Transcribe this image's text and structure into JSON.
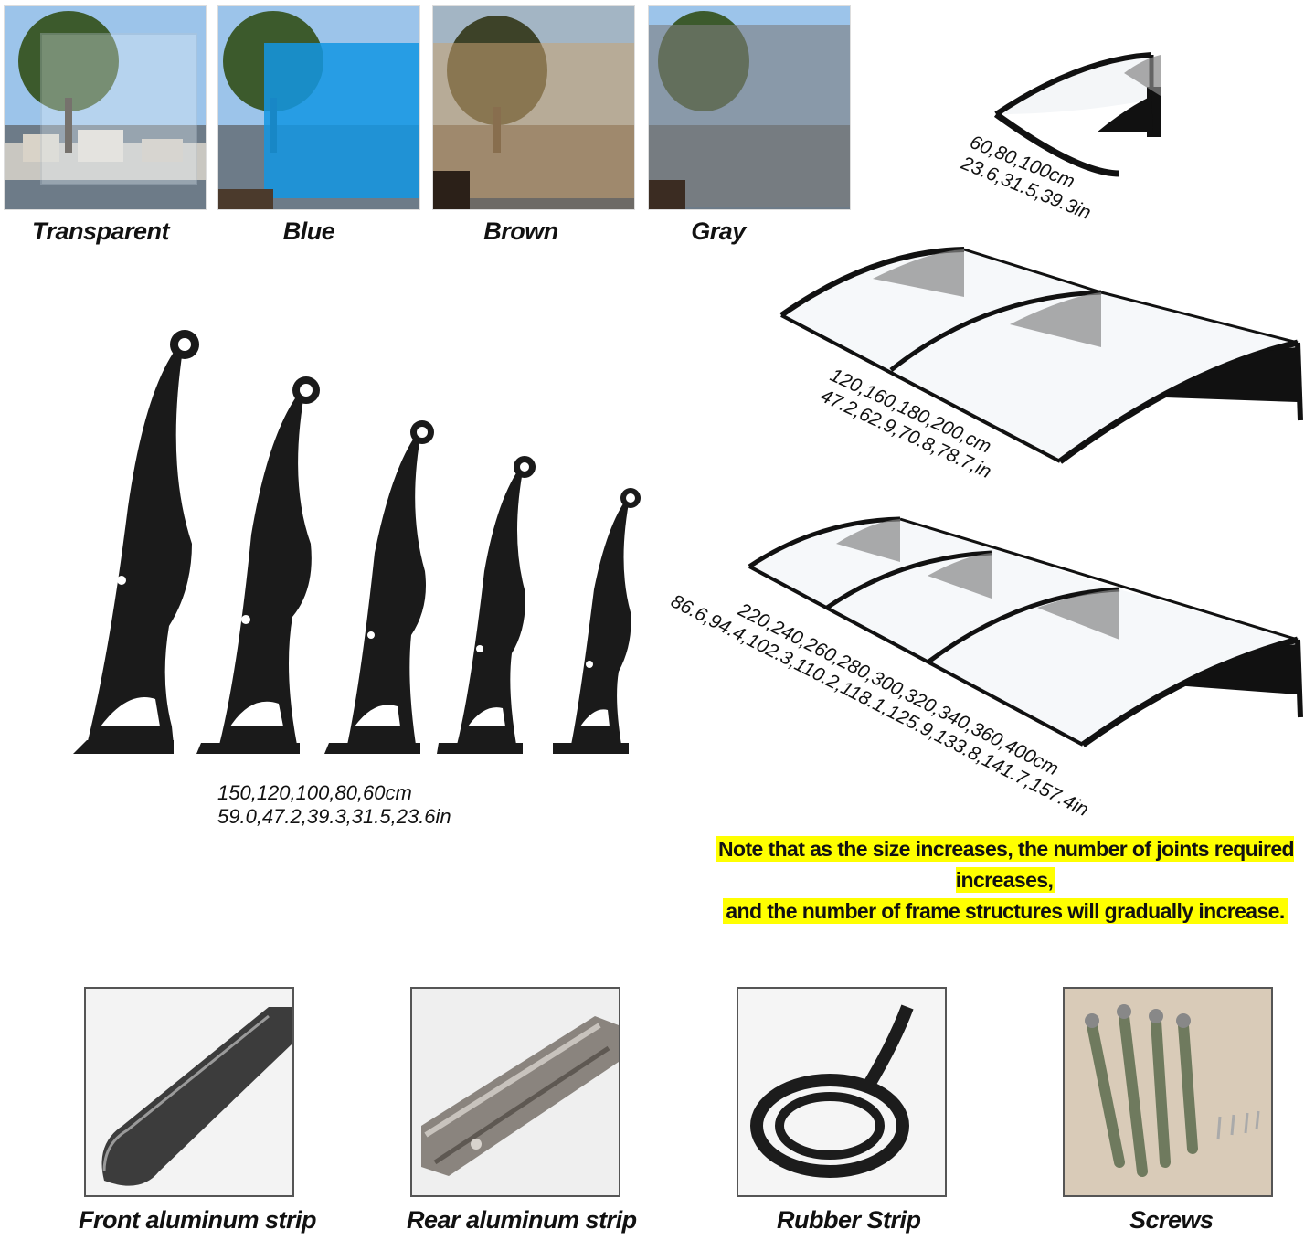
{
  "colors": {
    "options": [
      {
        "label": "Transparent",
        "tint": "#dfe9f3"
      },
      {
        "label": "Blue",
        "tint": "#1f9ee0"
      },
      {
        "label": "Brown",
        "tint": "#b89a72"
      },
      {
        "label": "Gray",
        "tint": "#8c8c8c"
      }
    ]
  },
  "awnings": {
    "small": {
      "line1": "60,80,100cm",
      "line2": "23.6,31.5,39.3in"
    },
    "medium": {
      "line1": "120,160,180,200,cm",
      "line2": "47.2,62.9,70.8,78.7,in"
    },
    "large": {
      "line1": "220,240,260,280,300,320,340,360,400cm",
      "line2": "86.6,94.4,102.3,110.2,118.1,125.9,133.8,141.7,157.4in"
    }
  },
  "brackets": {
    "line1": "150,120,100,80,60cm",
    "line2": "59.0,47.2,39.3,31.5,23.6in"
  },
  "note": {
    "line1": "Note that as the size increases, the number of joints required increases,",
    "line2": "and the number of frame structures will gradually increase."
  },
  "accessories": [
    {
      "label": "Front aluminum strip"
    },
    {
      "label": "Rear aluminum strip"
    },
    {
      "label": "Rubber Strip"
    },
    {
      "label": "Screws"
    }
  ]
}
